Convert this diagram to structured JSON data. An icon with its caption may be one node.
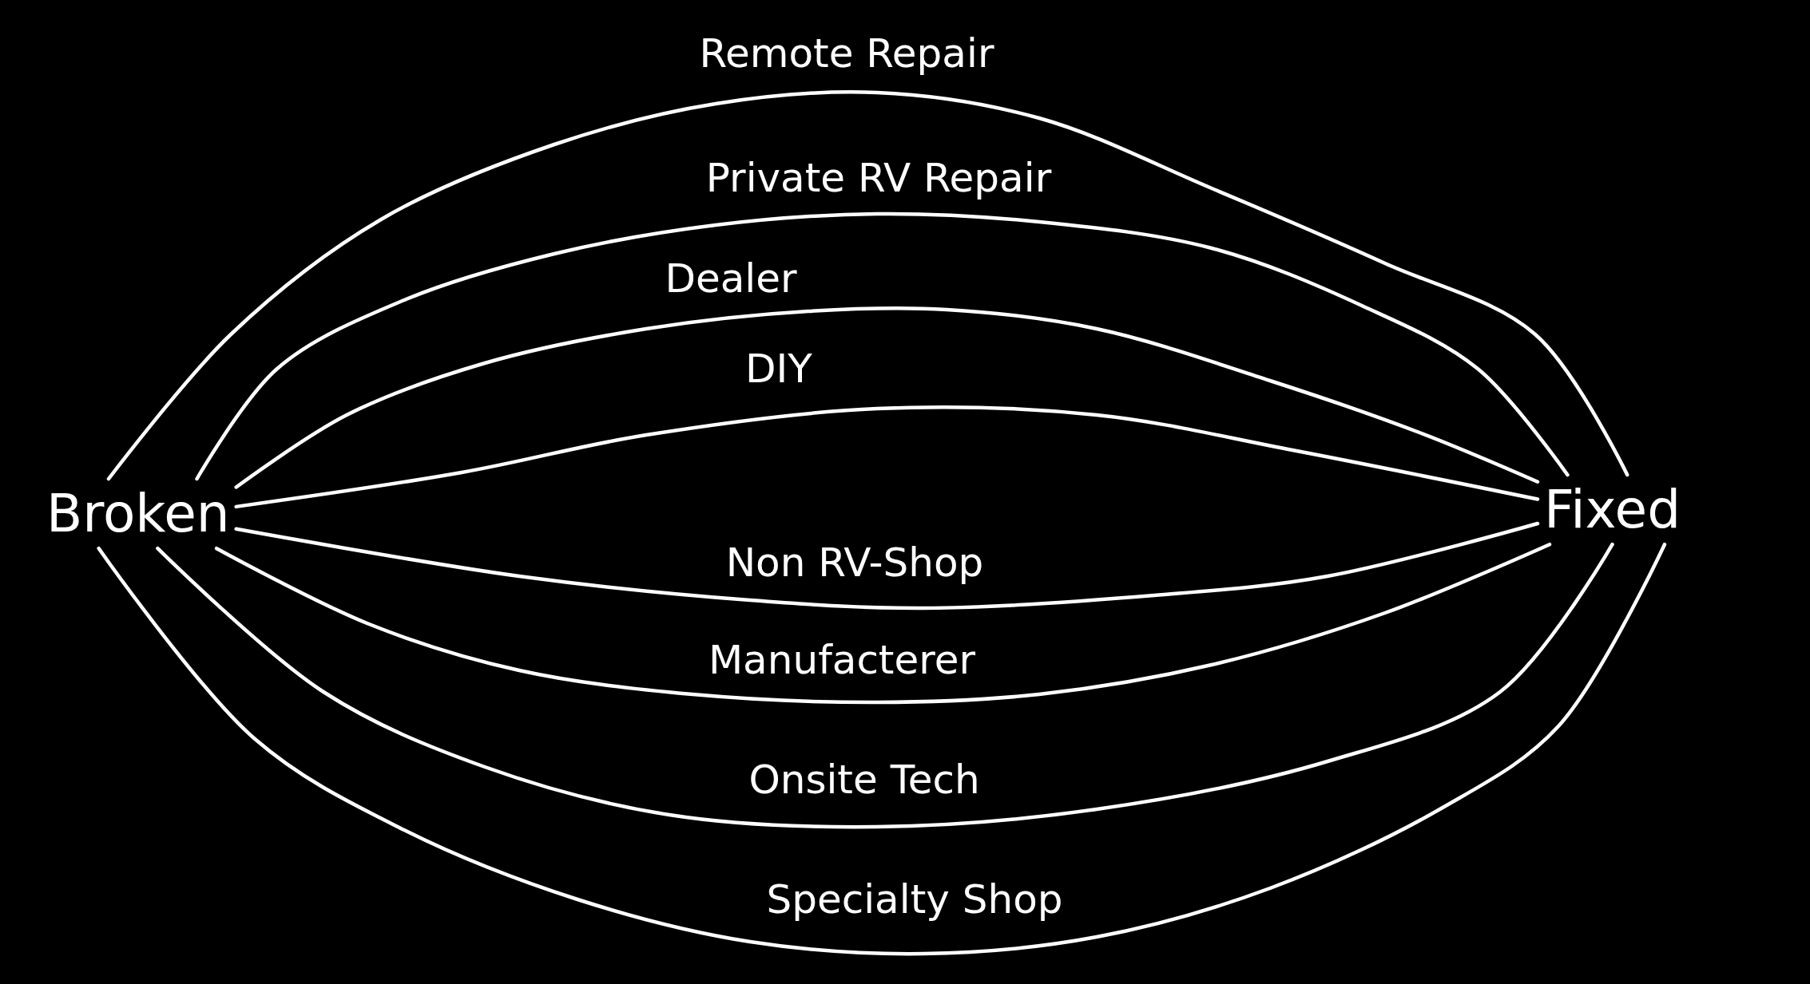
{
  "diagram": {
    "nodes": [
      {
        "text": [
          "Broken"
        ]
      },
      {
        "text": [
          "Fixed"
        ]
      }
    ],
    "edges": [
      {
        "from": 0,
        "to": 1,
        "arrow": "none",
        "label": "Remote Repair"
      },
      {
        "from": 0,
        "to": 1,
        "arrow": "none",
        "label": "Private RV Repair"
      },
      {
        "from": 0,
        "to": 1,
        "arrow": "none",
        "label": "Dealer"
      },
      {
        "from": 0,
        "to": 1,
        "arrow": "none",
        "label": "DIY"
      },
      {
        "from": 0,
        "to": 1,
        "arrow": "none",
        "label": "Non RV-Shop"
      },
      {
        "from": 0,
        "to": 1,
        "arrow": "none",
        "label": "Manufacterer"
      },
      {
        "from": 0,
        "to": 1,
        "arrow": "none",
        "label": "Onsite Tech"
      },
      {
        "from": 0,
        "to": 1,
        "arrow": "none",
        "label": "Specialty Shop"
      }
    ]
  }
}
